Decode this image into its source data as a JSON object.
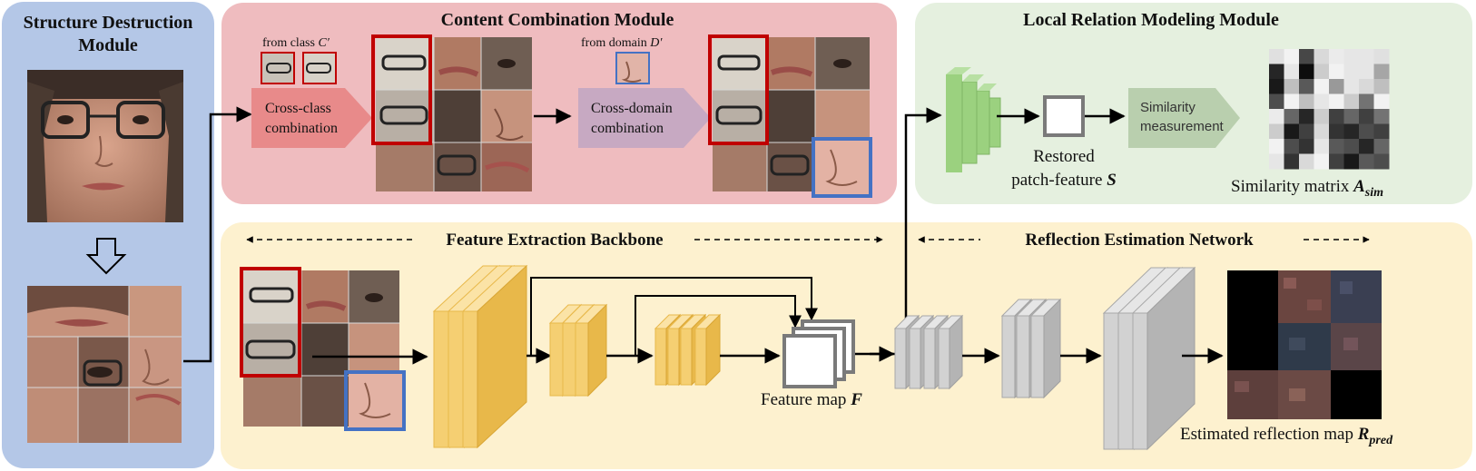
{
  "structure_module": {
    "title_line1": "Structure Destruction",
    "title_line2": "Module"
  },
  "content_module": {
    "title": "Content Combination Module",
    "from_class_prefix": "from class ",
    "from_class_symbol": "C′",
    "from_domain_prefix": "from domain ",
    "from_domain_symbol": "D′",
    "cross_class_line1": "Cross-class",
    "cross_class_line2": "combination",
    "cross_domain_line1": "Cross-domain",
    "cross_domain_line2": "combination"
  },
  "relation_module": {
    "title": "Local Relation Modeling Module",
    "restored_line1": "Restored",
    "restored_line2_prefix": "patch-feature ",
    "restored_symbol": "S",
    "similarity_line1": "Similarity",
    "similarity_line2": "measurement",
    "matrix_label_prefix": "Similarity matrix ",
    "matrix_symbol": "A",
    "matrix_subscript": "sim"
  },
  "backbone": {
    "title": "Feature Extraction Backbone",
    "feature_map_prefix": "Feature map ",
    "feature_map_symbol": "F"
  },
  "reflection": {
    "title": "Reflection Estimation Network",
    "output_prefix": "Estimated reflection map ",
    "output_symbol": "R",
    "output_subscript": "pred"
  },
  "colors": {
    "structure_bg": "#b4c7e7",
    "content_bg": "#efbcbf",
    "relation_bg": "#e5f0df",
    "backbone_bg": "#fdf1cf",
    "highlight_red": "#c00000",
    "highlight_blue": "#4472c4",
    "cross_class_arrow": "#e88a8a",
    "cross_domain_arrow": "#c7a9c2",
    "similarity_arrow": "#b9cfae",
    "green_block": "#9bd17f",
    "yellow_block": "#f5cf72",
    "gray_block": "#c8c8c8"
  },
  "similarity_matrix_cells": [
    [
      0.12,
      0.05,
      0.72,
      0.15,
      0.08,
      0.1,
      0.1,
      0.12
    ],
    [
      0.85,
      0.1,
      0.95,
      0.2,
      0.05,
      0.1,
      0.1,
      0.35
    ],
    [
      0.9,
      0.25,
      0.65,
      0.05,
      0.4,
      0.1,
      0.15,
      0.25
    ],
    [
      0.7,
      0.05,
      0.25,
      0.1,
      0.05,
      0.2,
      0.55,
      0.05
    ],
    [
      0.08,
      0.6,
      0.85,
      0.2,
      0.75,
      0.6,
      0.75,
      0.55
    ],
    [
      0.2,
      0.9,
      0.75,
      0.15,
      0.8,
      0.85,
      0.7,
      0.75
    ],
    [
      0.05,
      0.7,
      0.8,
      0.1,
      0.65,
      0.7,
      0.85,
      0.6
    ],
    [
      0.1,
      0.8,
      0.15,
      0.05,
      0.75,
      0.9,
      0.65,
      0.7
    ]
  ]
}
